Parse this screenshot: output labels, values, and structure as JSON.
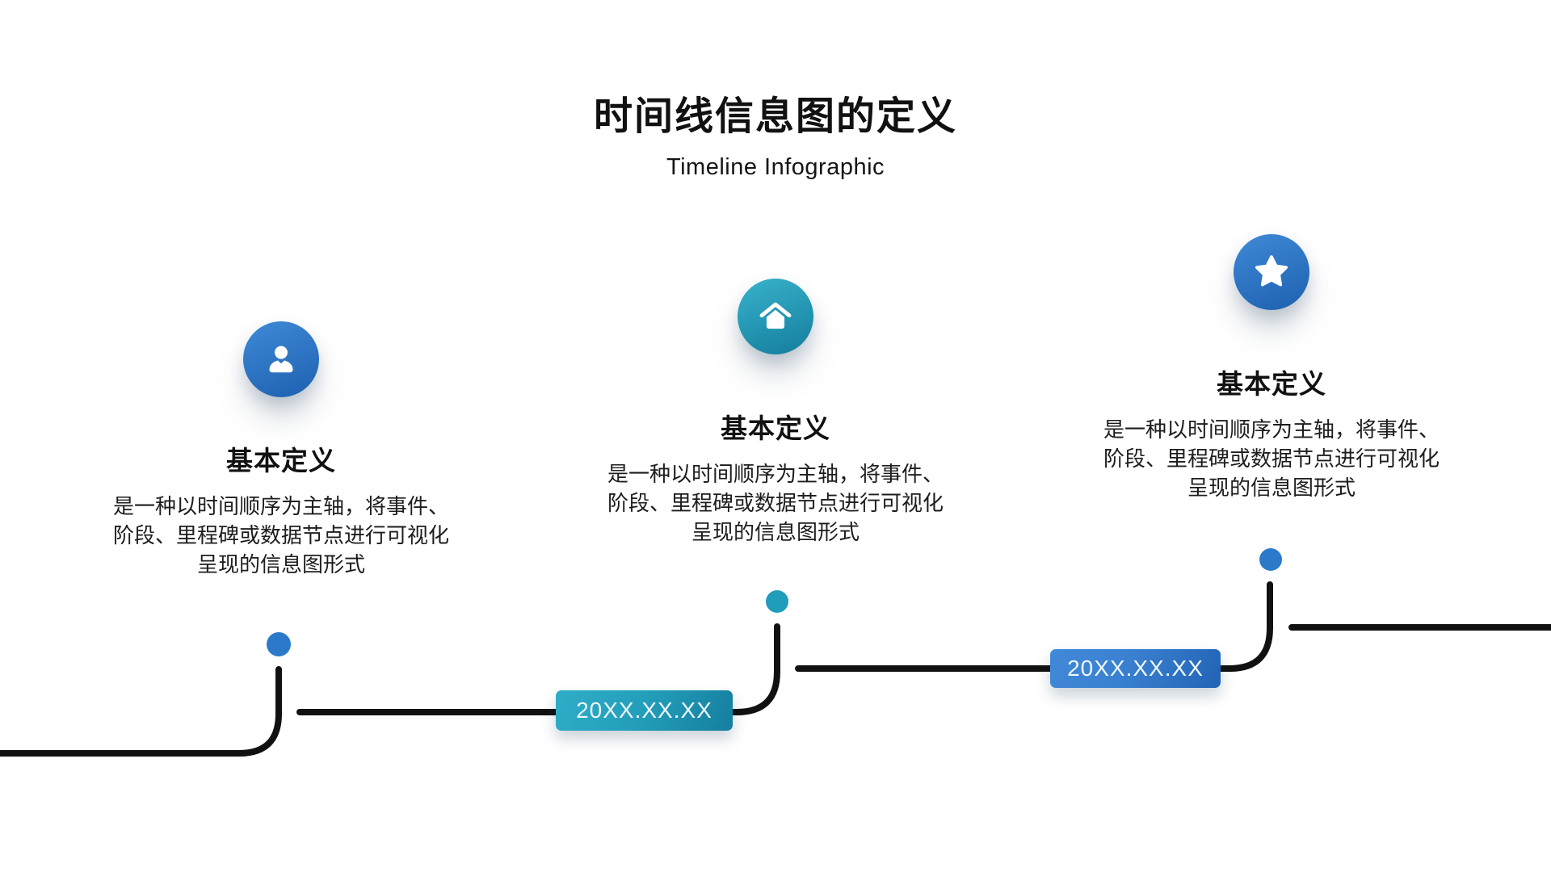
{
  "header": {
    "title": "时间线信息图的定义",
    "subtitle": "Timeline Infographic"
  },
  "cards": [
    {
      "icon": "user-icon",
      "heading": "基本定义",
      "body": "是一种以时间顺序为主轴，将事件、阶段、里程碑或数据节点进行可视化呈现的信息图形式",
      "circle_gradient": [
        "#3c86d3",
        "#1f63b2"
      ]
    },
    {
      "icon": "home-icon",
      "heading": "基本定义",
      "body": "是一种以时间顺序为主轴，将事件、阶段、里程碑或数据节点进行可视化呈现的信息图形式",
      "circle_gradient": [
        "#35aec8",
        "#15809f"
      ]
    },
    {
      "icon": "star-icon",
      "heading": "基本定义",
      "body": "是一种以时间顺序为主轴，将事件、阶段、里程碑或数据节点进行可视化呈现的信息图形式",
      "circle_gradient": [
        "#3c86d3",
        "#1f63b2"
      ]
    }
  ],
  "timeline": {
    "dates": [
      "20XX.XX.XX",
      "20XX.XX.XX"
    ],
    "line_color": "#111111",
    "dot_colors": [
      "#2b7ac9",
      "#209dbb",
      "#2b7ac9"
    ],
    "badge_teal_gradient": [
      "#2fadc8",
      "#157e9e"
    ],
    "badge_blue_gradient": [
      "#4189d8",
      "#2263b4"
    ]
  }
}
